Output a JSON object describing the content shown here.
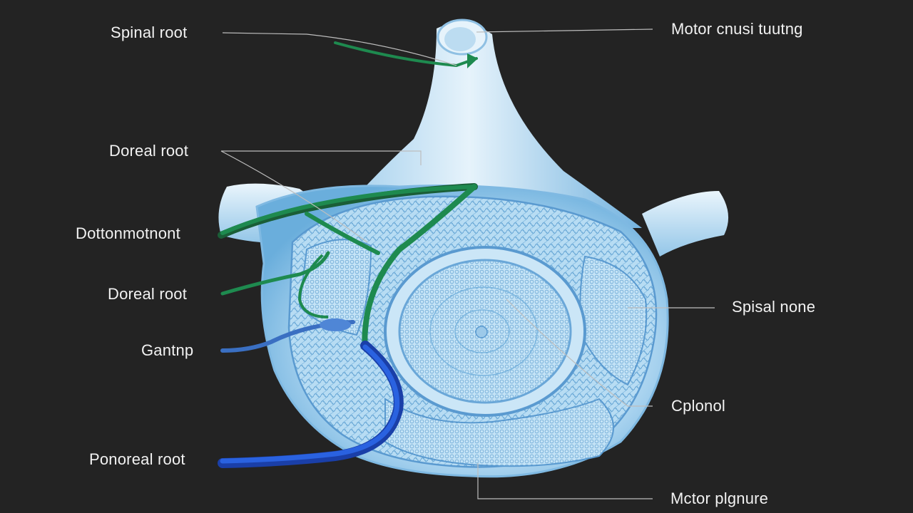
{
  "diagram": {
    "labels": {
      "spinal_root": "Spinal root",
      "motor_top": "Motor cnusi tuutng",
      "doreal_root_1": "Doreal root",
      "dottonmotnont": "Dottonmotnont",
      "doreal_root_2": "Doreal root",
      "ganting": "Gantnp",
      "spisal_none": "Spisal none",
      "cplonol": "Cplonol",
      "ponoreal_root": "Ponoreal root",
      "motor_bottom": "Mctor plgnure"
    },
    "colors": {
      "background": "#232323",
      "tissue_light": "#cfe8f6",
      "tissue_mid": "#8fc4e6",
      "tissue_dark": "#4f97cc",
      "nerve_green": "#1e8a4f",
      "nerve_blue": "#1f4fd0",
      "leader_line": "#bdbdbd"
    }
  }
}
